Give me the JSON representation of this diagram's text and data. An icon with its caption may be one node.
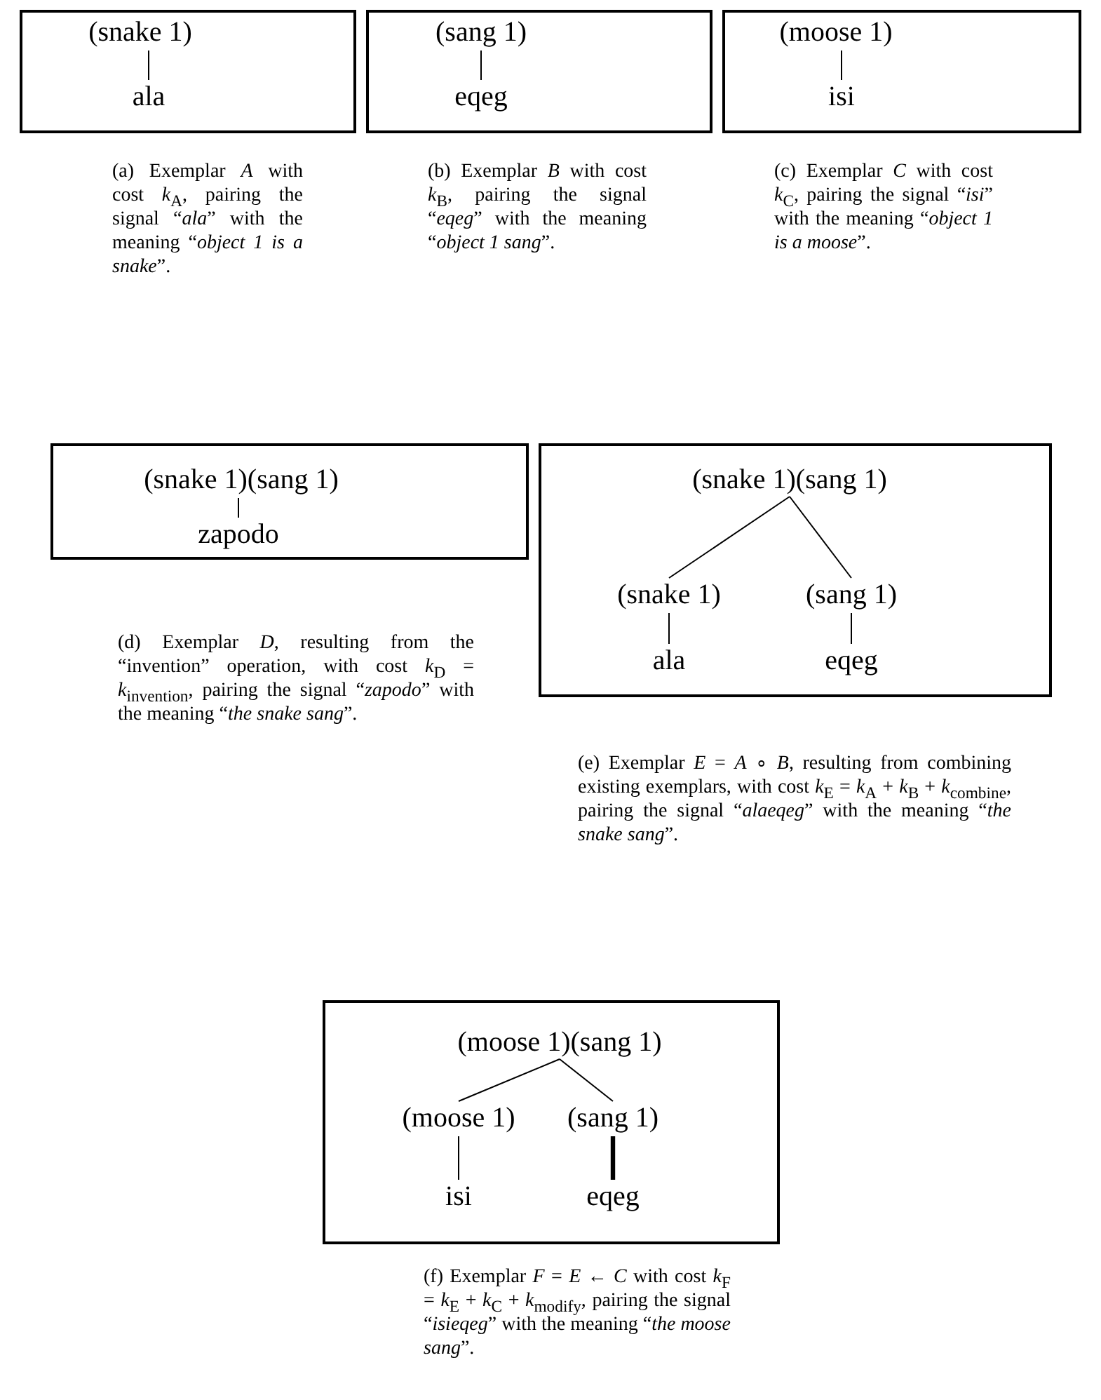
{
  "diagram": {
    "nodes": [
      {
        "text": [],
        "shape": "box",
        "beside": [
          "(a) Exemplar *A* with cost *k*$_{A}$, pairing the signal “*ala*” with the meaning “*object 1 is a snake*”."
        ]
      },
      {
        "text": [
          "(snake 1)"
        ],
        "in": 0
      },
      {
        "text": [
          "ala"
        ],
        "in": 0
      },
      {
        "text": [],
        "shape": "box",
        "beside": [
          "(b) Exemplar *B* with cost *k*$_{B}$, pairing the signal “*eqeg*” with the meaning “*object 1 sang*”."
        ]
      },
      {
        "text": [
          "(sang 1)"
        ],
        "in": 3
      },
      {
        "text": [
          "eqeg"
        ],
        "in": 3
      },
      {
        "text": [],
        "shape": "box",
        "beside": [
          "(c) Exemplar *C* with cost *k*$_{C}$, pairing the signal “*isi*” with the meaning “*object 1 is a moose*”."
        ]
      },
      {
        "text": [
          "(moose 1)"
        ],
        "in": 6
      },
      {
        "text": [
          "isi"
        ],
        "in": 6
      },
      {
        "text": [],
        "shape": "box",
        "beside": [
          "(d) Exemplar *D*, resulting from the “invention” operation, with cost *k*$_{D}$ = *k*$_{invention}$, pairing the signal “*zapodo*” with the meaning “*the snake sang*”."
        ]
      },
      {
        "text": [
          "(snake 1)(sang 1)"
        ],
        "in": 9
      },
      {
        "text": [
          "zapodo"
        ],
        "in": 9
      },
      {
        "text": [],
        "shape": "box",
        "beside": [
          "(e) Exemplar *E* = *A* ∘ *B*, resulting from combining existing exemplars, with cost *k*$_{E}$ = *k*$_{A}$ + *k*$_{B}$ + *k*$_{combine}$, pairing the signal “*alaeqeg*” with the meaning “*the snake sang*”."
        ]
      },
      {
        "text": [
          "(snake 1)(sang 1)"
        ],
        "in": 12
      },
      {
        "text": [
          "(snake 1)"
        ],
        "in": 12
      },
      {
        "text": [
          "(sang 1)"
        ],
        "in": 12
      },
      {
        "text": [
          "ala"
        ],
        "in": 12
      },
      {
        "text": [
          "eqeg"
        ],
        "in": 12
      },
      {
        "text": [],
        "shape": "box",
        "beside": [
          "(f) Exemplar *F* = *E* ← *C* with cost *k*$_{F}$ = *k*$_{E}$ + *k*$_{C}$ + *k*$_{modify}$, pairing the signal “*isieqeg*” with the meaning “*the moose sang*”."
        ]
      },
      {
        "text": [
          "(moose 1)(sang 1)"
        ],
        "in": 18
      },
      {
        "text": [
          "(moose 1)"
        ],
        "in": 18
      },
      {
        "text": [
          "(sang 1)"
        ],
        "in": 18
      },
      {
        "text": [
          "isi"
        ],
        "in": 18
      },
      {
        "text": [
          "eqeg"
        ],
        "in": 18
      }
    ],
    "edges": [
      {
        "from": 1,
        "to": 2,
        "arrow": "none"
      },
      {
        "from": 4,
        "to": 5,
        "arrow": "none"
      },
      {
        "from": 7,
        "to": 8,
        "arrow": "none"
      },
      {
        "from": 10,
        "to": 11,
        "arrow": "none"
      },
      {
        "from": 13,
        "to": 14,
        "arrow": "none"
      },
      {
        "from": 13,
        "to": 15,
        "arrow": "none"
      },
      {
        "from": 14,
        "to": 16,
        "arrow": "none"
      },
      {
        "from": 15,
        "to": 17,
        "arrow": "none"
      },
      {
        "from": 19,
        "to": 20,
        "arrow": "none"
      },
      {
        "from": 19,
        "to": 21,
        "arrow": "none"
      },
      {
        "from": 20,
        "to": 22,
        "arrow": "none"
      },
      {
        "from": 21,
        "to": 23,
        "arrow": "none",
        "style": "thick"
      }
    ]
  }
}
